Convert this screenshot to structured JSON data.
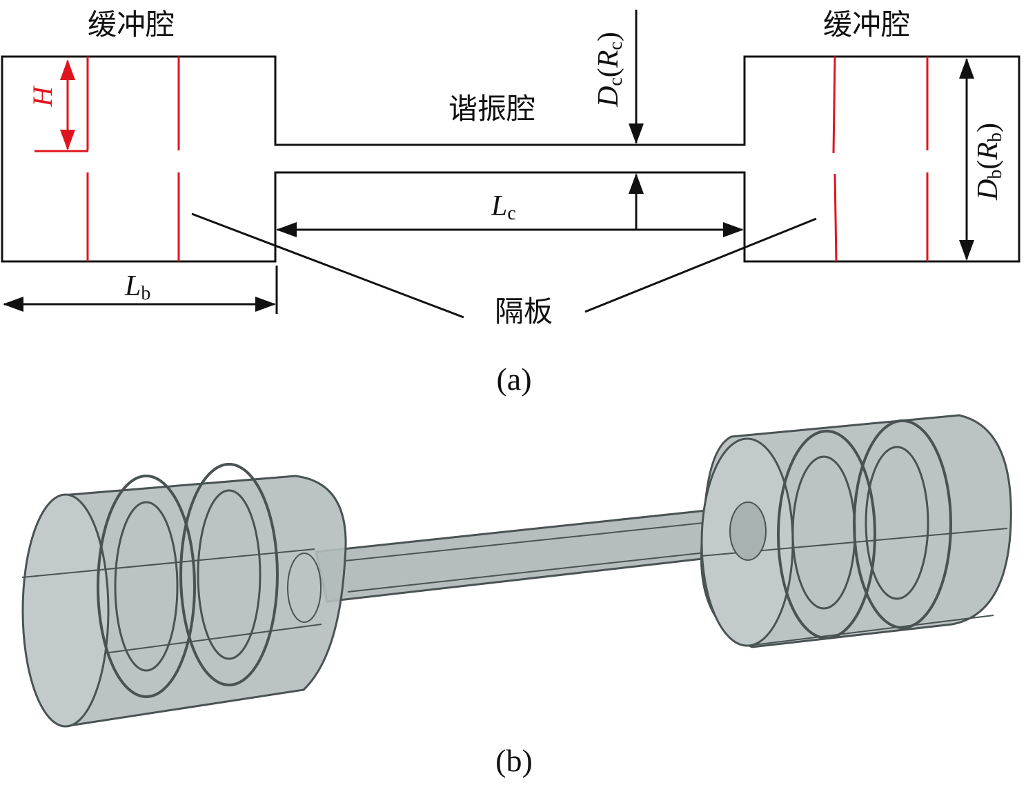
{
  "panel_a": {
    "caption": "(a)",
    "buffer_left_label": "缓冲腔",
    "buffer_right_label": "缓冲腔",
    "resonator_label": "谐振腔",
    "baffle_label": "隔板",
    "dim_Lb": {
      "main": "L",
      "sub": "b"
    },
    "dim_Lc": {
      "main": "L",
      "sub": "c"
    },
    "dim_H": "H",
    "dim_Dc": {
      "main": "D",
      "sub": "c",
      "paren_main": "R",
      "paren_sub": "c"
    },
    "dim_Db": {
      "main": "D",
      "sub": "b",
      "paren_main": "R",
      "paren_sub": "b"
    },
    "colors": {
      "outline": "#111111",
      "baffle": "#e0141e",
      "dim_H": "#e0141e"
    }
  },
  "panel_b": {
    "caption": "(b)",
    "colors": {
      "fill": "#b9c1c2",
      "stroke": "#4a5354"
    }
  }
}
